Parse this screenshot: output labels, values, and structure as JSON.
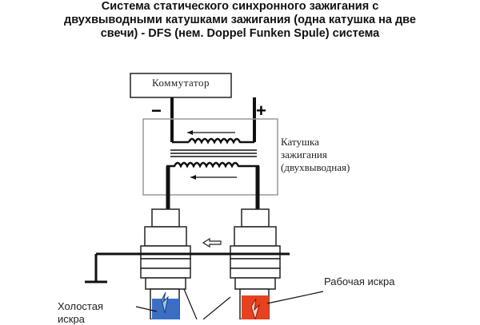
{
  "title": {
    "line1": "Система статического синхронного зажигания с",
    "line2": "двухвыводными катушками зажигания (одна катушка на две",
    "line3": "свечи) - DFS (нем. Doppel Funken Spule) система"
  },
  "switch": {
    "label": "Коммутатор"
  },
  "polarity": {
    "minus": "−",
    "plus": "+"
  },
  "coil": {
    "line1": "Катушка",
    "line2": "зажигания",
    "line3": "(двухвыводная)"
  },
  "sparks": {
    "working": "Рабочая искра",
    "idle_line1": "Холостая",
    "idle_line2": "искра"
  },
  "colors": {
    "working_spark": "#e8411f",
    "idle_spark": "#3a6fc4",
    "line": "#111111"
  },
  "icons": [
    "coil-winding-icon",
    "arrow-left-icon",
    "ground-icon",
    "spark-plug-icon"
  ]
}
